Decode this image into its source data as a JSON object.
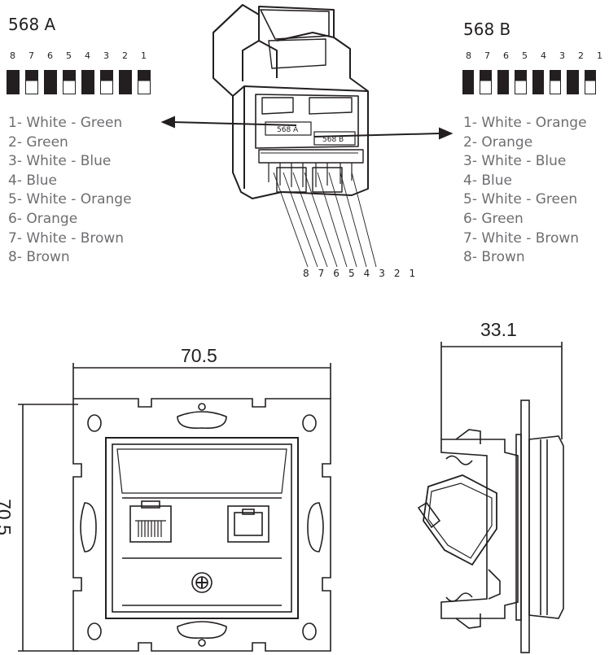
{
  "standards": [
    {
      "title": "568 A",
      "pin_numbers": [
        "8",
        "7",
        "6",
        "5",
        "4",
        "3",
        "2",
        "1"
      ],
      "bar_pattern": [
        "solid",
        "striped",
        "solid",
        "striped",
        "solid",
        "striped",
        "solid",
        "striped"
      ],
      "wires": [
        "1- White - Green",
        "2- Green",
        "3- White - Blue",
        "4- Blue",
        "5- White - Orange",
        "6- Orange",
        "7- White - Brown",
        "8- Brown"
      ]
    },
    {
      "title": "568 B",
      "pin_numbers": [
        "8",
        "7",
        "6",
        "5",
        "4",
        "3",
        "2",
        "1"
      ],
      "bar_pattern": [
        "solid",
        "striped",
        "solid",
        "striped",
        "solid",
        "striped",
        "solid",
        "striped"
      ],
      "wires": [
        "1- White - Orange",
        "2- Orange",
        "3- White - Blue",
        "4- Blue",
        "5- White - Green",
        "6- Green",
        "7- White - Brown",
        "8- Brown"
      ]
    }
  ],
  "connector": {
    "label_a": "568 A",
    "label_b": "568 B",
    "pin_numbers": "8 7 6 5 4 3 2 1"
  },
  "dimensions": {
    "front_width": "70.5",
    "front_height": "70.5",
    "side_depth": "33.1"
  },
  "colors": {
    "line": "#231f20",
    "wire_text": "#6d6e71"
  }
}
